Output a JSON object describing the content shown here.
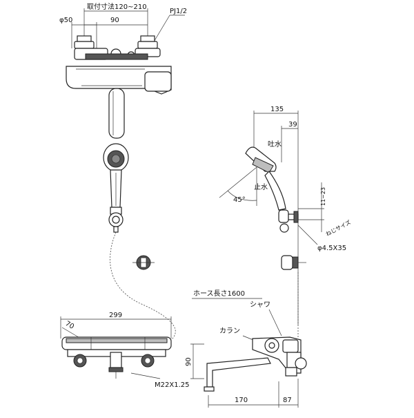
{
  "dimensions": {
    "mount_range": "取付寸法120~210",
    "pipe_diameter": "φ50",
    "center_distance": "90",
    "pipe_thread": "PJ1/2",
    "side_depth": "135",
    "side_offset": "39",
    "hook_height": "11~23",
    "screw_size_label": "ねじサイズ",
    "screw_size": "φ4.5X35",
    "angle": "45°",
    "total_width": "299",
    "front_depth": "70",
    "body_height": "90",
    "nut_size": "M22X1.25",
    "spout_length": "170",
    "right_offset": "87"
  },
  "labels": {
    "spout_out": "吐水",
    "spout_stop": "止水",
    "hose_length": "ホース長さ1600",
    "shower": "シャワ",
    "faucet": "カラン"
  }
}
